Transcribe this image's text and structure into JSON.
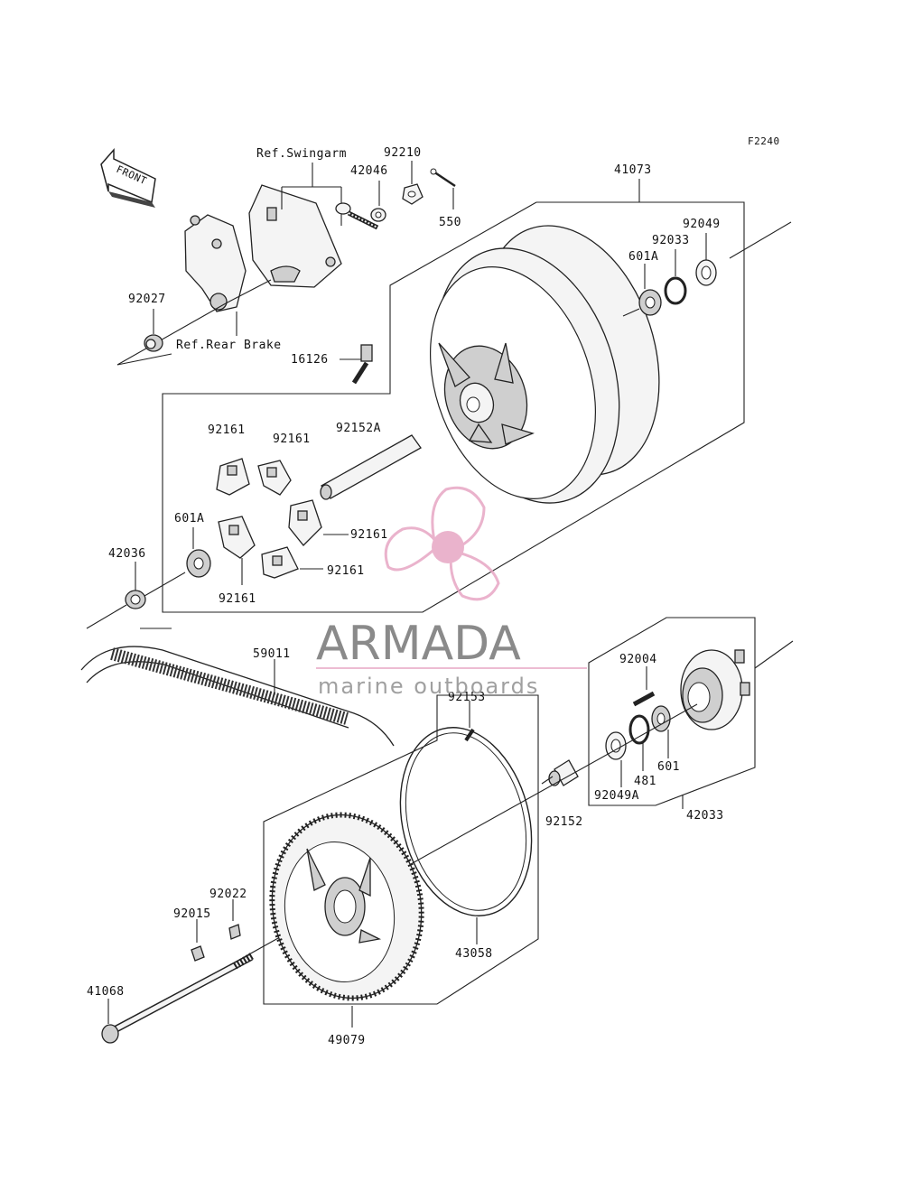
{
  "figure_code": "F2240",
  "direction_tag": "FRONT",
  "references": {
    "swingarm": "Ref.Swingarm",
    "rear_brake": "Ref.Rear Brake"
  },
  "parts": {
    "p92210": "92210",
    "p42046": "42046",
    "p550": "550",
    "p41073": "41073",
    "p92049": "92049",
    "p92033": "92033",
    "p601A_top": "601A",
    "p92027": "92027",
    "p16126": "16126",
    "p92161_a": "92161",
    "p92161_b": "92161",
    "p92152A": "92152A",
    "p92161_c": "92161",
    "p601A_left": "601A",
    "p42036": "42036",
    "p92161_d": "92161",
    "p92161_e": "92161",
    "p59011": "59011",
    "p92004": "92004",
    "p92153": "92153",
    "p601": "601",
    "p481": "481",
    "p92049A": "92049A",
    "p92152": "92152",
    "p42033": "42033",
    "p92022": "92022",
    "p92015": "92015",
    "p43058": "43058",
    "p41068": "41068",
    "p49079": "49079"
  },
  "watermark": {
    "brand": "ARMADA",
    "tagline": "marine outboards",
    "colors": {
      "logo": "#e7a6c4",
      "text": "#8a8a8a"
    }
  }
}
